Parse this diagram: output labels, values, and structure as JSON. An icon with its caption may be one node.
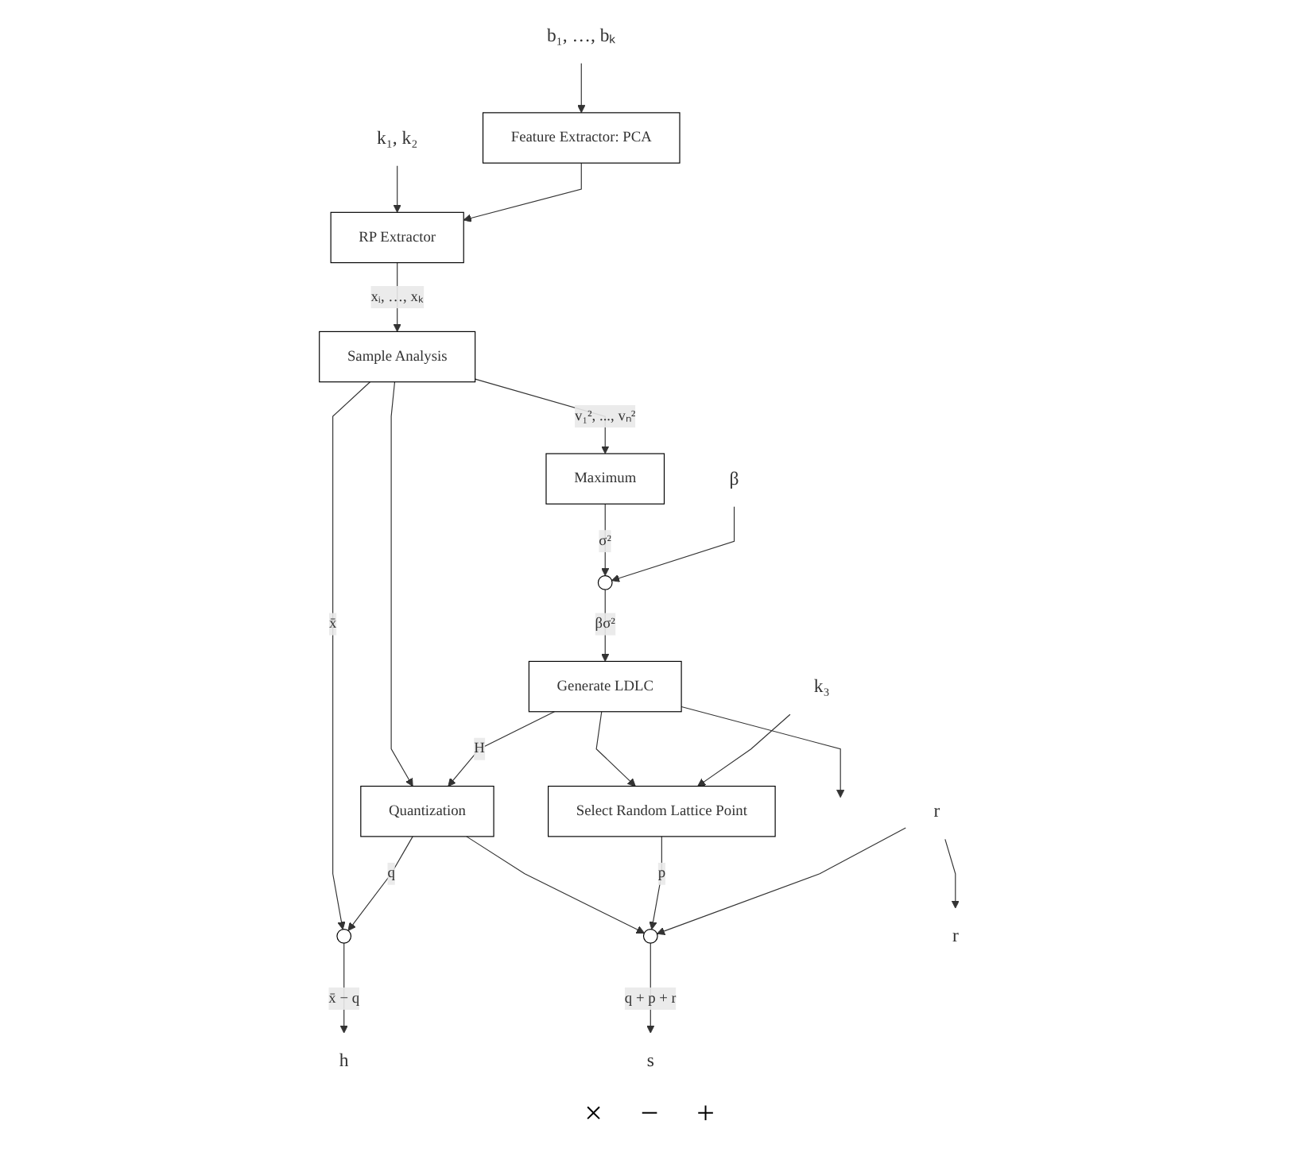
{
  "diagram": {
    "nodes": [
      {
        "text": [
          "b₁, …, bₖ"
        ]
      },
      {
        "text": [
          "Feature Extractor: PCA"
        ]
      },
      {
        "text": [
          "k₁, k₂"
        ]
      },
      {
        "text": [
          "RP Extractor"
        ]
      },
      {
        "text": [
          "Sample Analysis"
        ]
      },
      {
        "text": [
          "Maximum"
        ]
      },
      {
        "text": [
          "β"
        ]
      },
      {
        "text": [],
        "shape": "circle"
      },
      {
        "text": [
          "Generate LDLC"
        ]
      },
      {
        "text": [
          "Quantization"
        ]
      },
      {
        "text": [],
        "shape": "circle"
      },
      {
        "text": [
          "h"
        ]
      },
      {
        "text": [
          "Select Random Lattice Point"
        ]
      },
      {
        "text": [
          "k₃"
        ]
      },
      {
        "text": [],
        "shape": "circle"
      },
      {
        "text": [
          "s"
        ]
      },
      {
        "text": [
          "r"
        ]
      },
      {
        "text": [
          "r"
        ]
      }
    ],
    "edges": [
      {
        "from": 0,
        "to": 1,
        "arrow": "to"
      },
      {
        "from": 2,
        "to": 3,
        "arrow": "to"
      },
      {
        "from": 1,
        "to": 3,
        "arrow": "to"
      },
      {
        "from": 3,
        "to": 4,
        "arrow": "to",
        "label": "xᵢ, …, xₖ"
      },
      {
        "from": 4,
        "to": 5,
        "arrow": "to",
        "label": "v₁², ..., vₙ²"
      },
      {
        "from": 5,
        "to": 7,
        "arrow": "to",
        "label": "σ²"
      },
      {
        "from": 6,
        "to": 7,
        "arrow": "to"
      },
      {
        "from": 7,
        "to": 8,
        "arrow": "to",
        "label": "βσ²"
      },
      {
        "from": 4,
        "to": 10,
        "arrow": "to",
        "label": "x̄"
      },
      {
        "from": 4,
        "to": 9,
        "arrow": "to"
      },
      {
        "from": 8,
        "to": 9,
        "arrow": "to",
        "label": "H"
      },
      {
        "from": 8,
        "to": 12,
        "arrow": "to"
      },
      {
        "from": 8,
        "to": null,
        "arrow": "to"
      },
      {
        "from": 9,
        "to": 10,
        "arrow": "to",
        "label": "q"
      },
      {
        "from": 9,
        "to": 14,
        "arrow": "to"
      },
      {
        "from": 10,
        "to": 11,
        "arrow": "to",
        "label": "x̄ − q"
      },
      {
        "from": 13,
        "to": 12,
        "arrow": "to"
      },
      {
        "from": 12,
        "to": 14,
        "arrow": "to",
        "label": "p"
      },
      {
        "from": 14,
        "to": 15,
        "arrow": "to",
        "label": "q + p + r"
      },
      {
        "from": 16,
        "to": 17,
        "arrow": "to"
      },
      {
        "from": 16,
        "to": 14,
        "arrow": "to"
      }
    ],
    "labels": [
      "×",
      "−",
      "+"
    ]
  }
}
